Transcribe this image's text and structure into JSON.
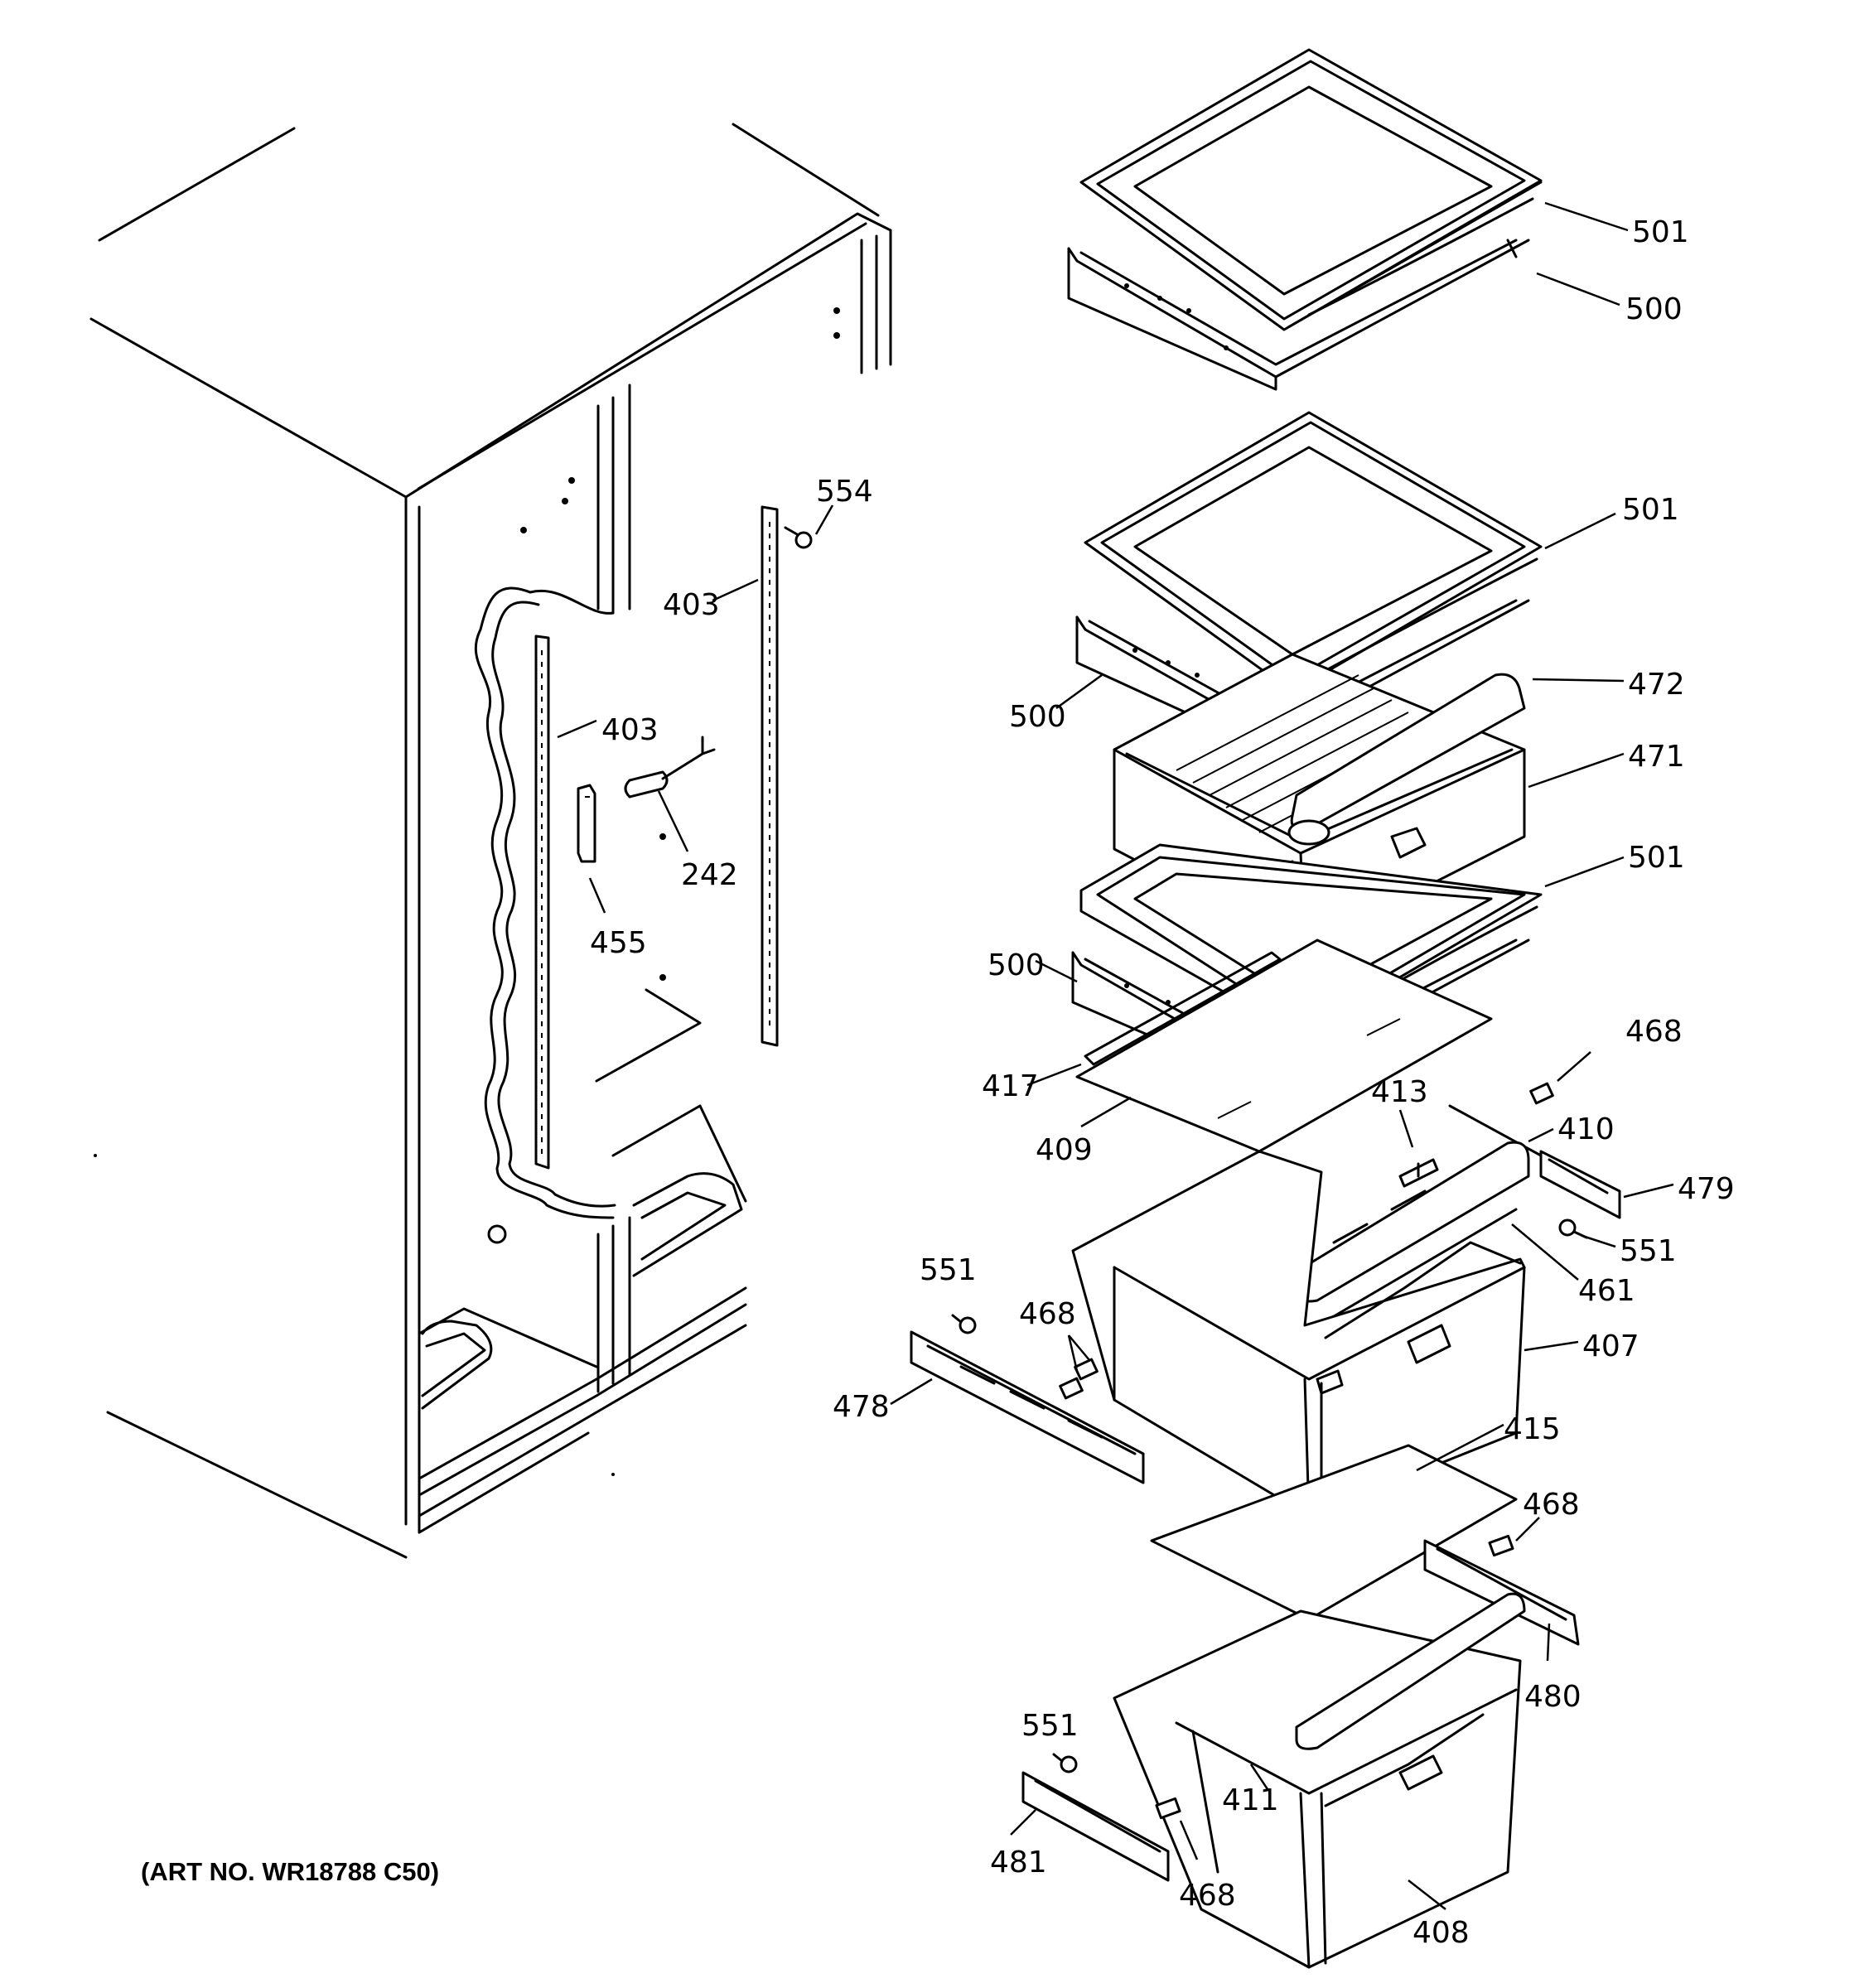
{
  "art_number": "(ART NO. WR18788 C50)",
  "callouts": {
    "c501_top": "501",
    "c500_top": "500",
    "c554": "554",
    "c403_right": "403",
    "c501_mid": "501",
    "c403_left": "403",
    "c500_mid": "500",
    "c472": "472",
    "c471": "471",
    "c242": "242",
    "c455": "455",
    "c501_low": "501",
    "c500_low": "500",
    "c468_a": "468",
    "c417": "417",
    "c413": "413",
    "c410": "410",
    "c409": "409",
    "c479": "479",
    "c551_a": "551",
    "c551_b": "551",
    "c461": "461",
    "c468_b": "468",
    "c407": "407",
    "c478": "478",
    "c415": "415",
    "c468_c": "468",
    "c480": "480",
    "c551_c": "551",
    "c411": "411",
    "c481": "481",
    "c468_d": "468",
    "c408": "408"
  }
}
